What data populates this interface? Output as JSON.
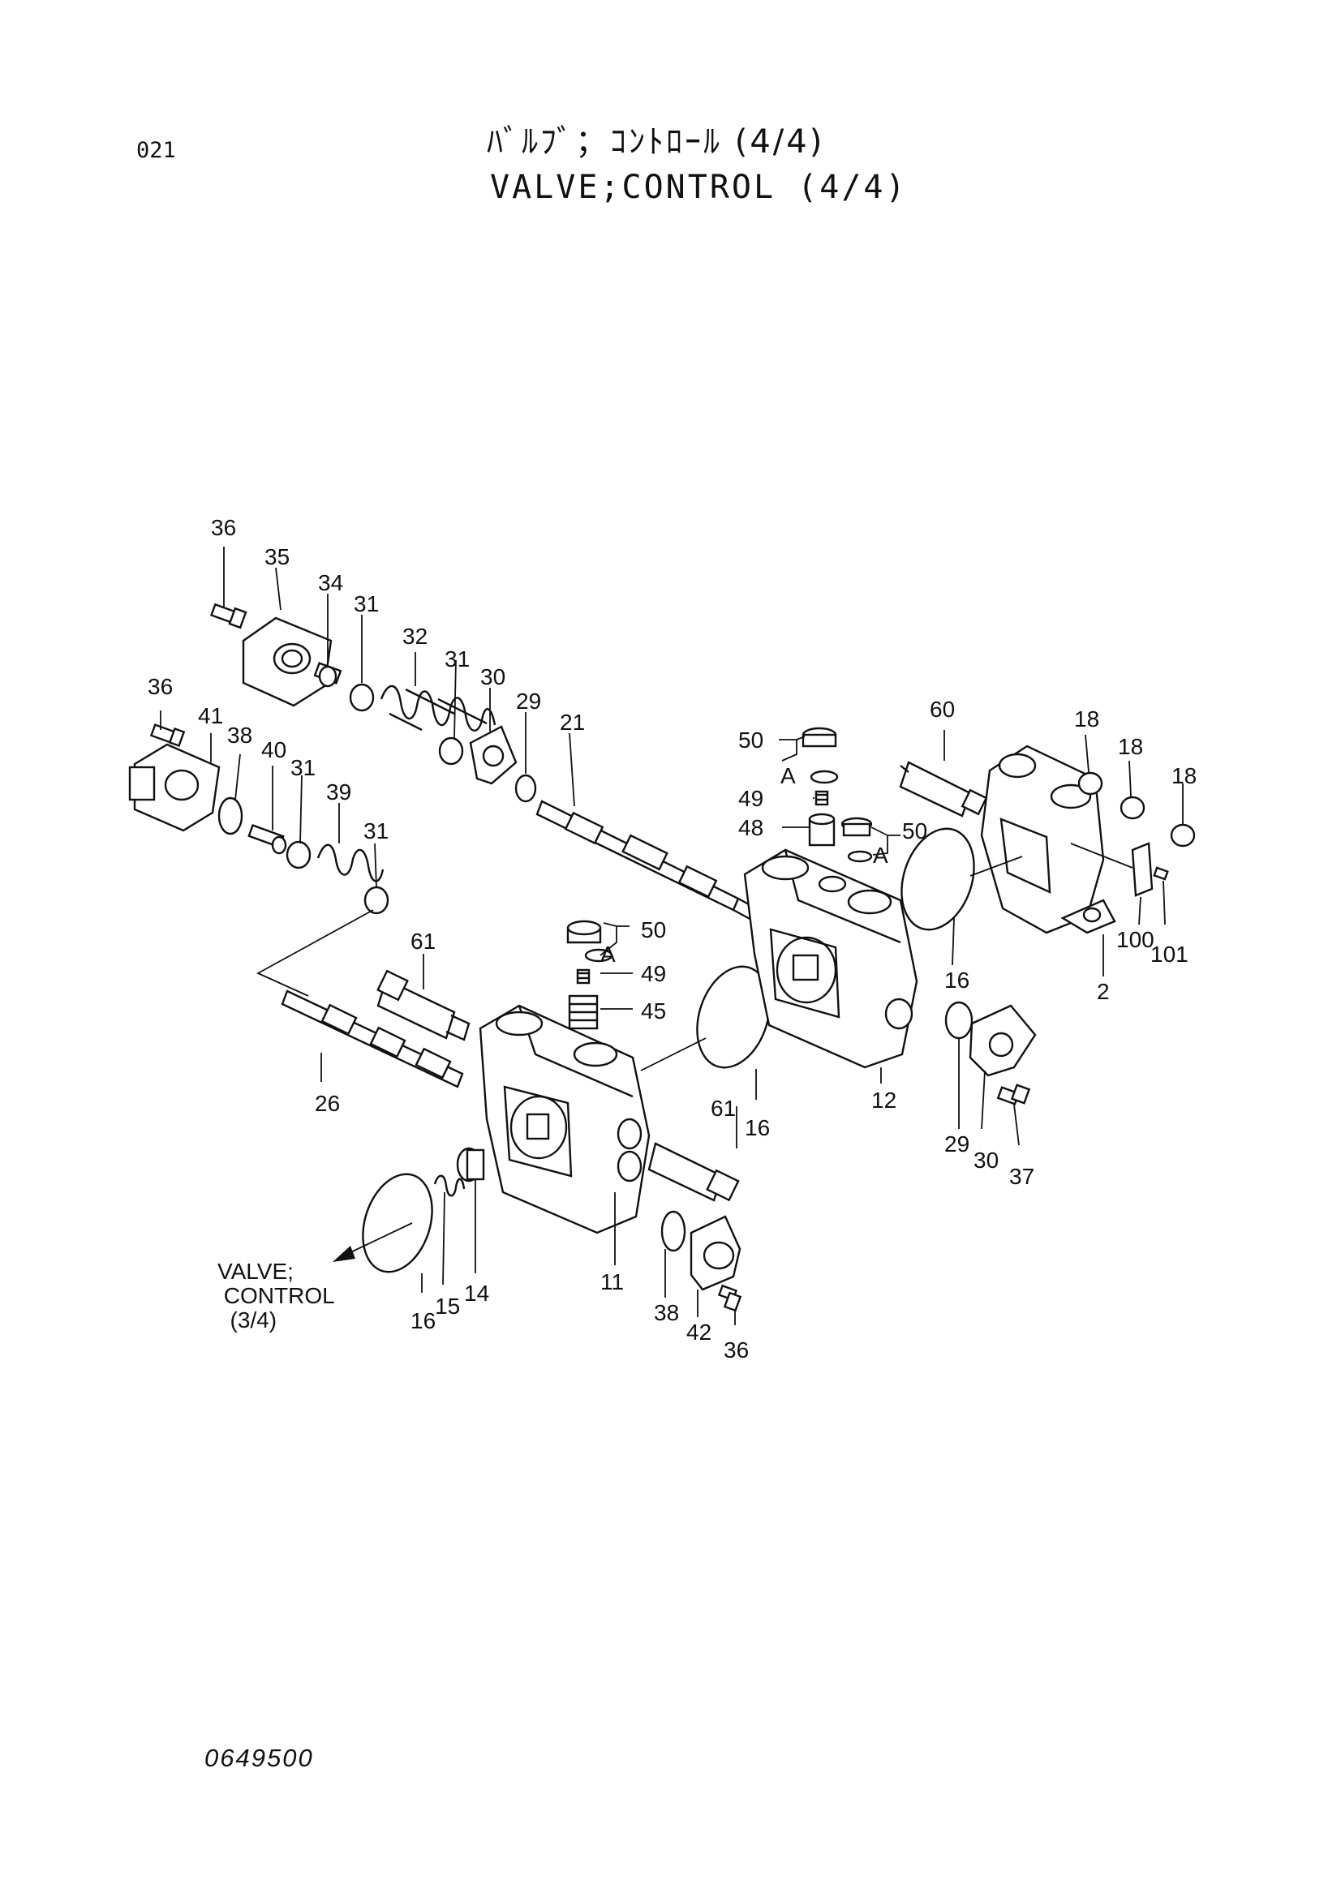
{
  "page_number": "021",
  "title_jp": "ﾊﾞﾙﾌﾞ；ｺﾝﾄﾛｰﾙ (4/4)",
  "title_en": "VALVE;CONTROL (4/4)",
  "drawing_number": "0649500",
  "reference_note": {
    "line1": "VALVE;",
    "line2": " CONTROL",
    "line3": "  (3/4)"
  },
  "part_labels": {
    "p36a": "36",
    "p35": "35",
    "p34": "34",
    "p31a": "31",
    "p32": "32",
    "p31b": "31",
    "p30a": "30",
    "p29a": "29",
    "p21": "21",
    "p36b": "36",
    "p41": "41",
    "p38a": "38",
    "p40": "40",
    "p31c": "31",
    "p39": "39",
    "p31d": "31",
    "p50a": "50",
    "pA1": "A",
    "p49a": "49",
    "p48": "48",
    "p50b": "50",
    "pA2": "A",
    "p60": "60",
    "p18a": "18",
    "p18b": "18",
    "p18c": "18",
    "p100": "100",
    "p101": "101",
    "p2": "2",
    "p16a": "16",
    "p12": "12",
    "p29b": "29",
    "p30b": "30",
    "p37": "37",
    "p50c": "50",
    "pA3": "A",
    "p49b": "49",
    "p45": "45",
    "p61a": "61",
    "p26": "26",
    "p16b": "16",
    "p61b": "61",
    "p11": "11",
    "p16c": "16",
    "p15": "15",
    "p14": "14",
    "p38b": "38",
    "p42": "42",
    "p36c": "36"
  }
}
